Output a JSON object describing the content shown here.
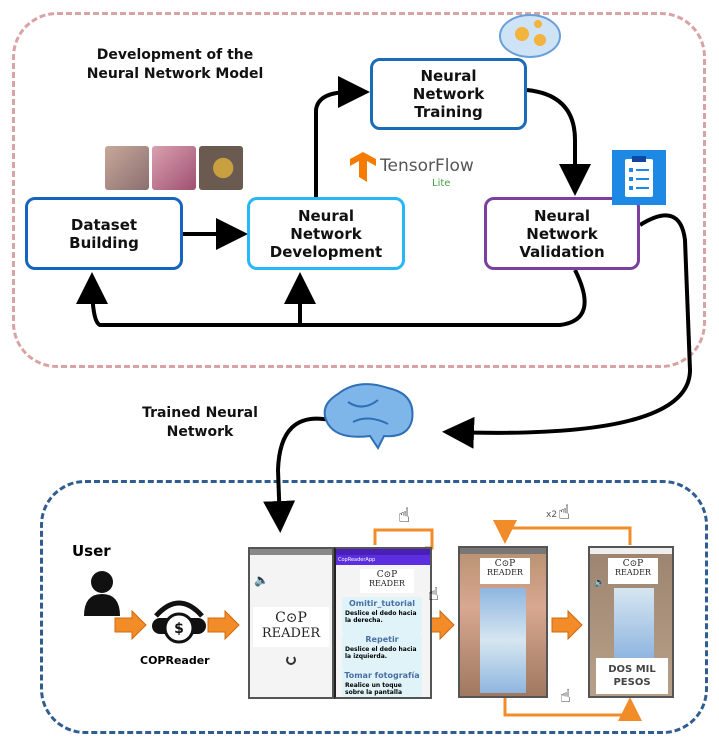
{
  "top_section": {
    "title_line1": "Development of the",
    "title_line2": "Neural Network Model",
    "nodes": [
      {
        "line1": "Dataset",
        "line2": "Building",
        "line3": ""
      },
      {
        "line1": "Neural",
        "line2": "Network",
        "line3": "Development"
      },
      {
        "line1": "Neural",
        "line2": "Network",
        "line3": "Training"
      },
      {
        "line1": "Neural",
        "line2": "Network",
        "line3": "Validation"
      }
    ],
    "tensorflow": {
      "name": "TensorFlow",
      "sub": "Lite"
    }
  },
  "middle": {
    "trained_line1": "Trained Neural",
    "trained_line2": "Network"
  },
  "bottom_section": {
    "user_label": "User",
    "device_label": "COPReader",
    "app_bar_title": "CopReaderApp",
    "logo_top": "C⊙P",
    "logo_bottom": "READER",
    "cards": [
      {
        "title": "Omitir_tutorial",
        "text": "Deslice el dedo hacia la derecha."
      },
      {
        "title": "Repetir",
        "text": "Deslice el dedo hacia la izquierda."
      },
      {
        "title": "Tomar fotografía",
        "text": "Realice un toque sobre la pantalla"
      }
    ],
    "double_tap_label": "x2",
    "result_line1": "DOS MIL",
    "result_line2": "PESOS"
  },
  "colors": {
    "top_border": "#d9a3a3",
    "bottom_border": "#2f5d91",
    "orange": "#f28c28",
    "validation": "#7b3fa0",
    "development": "#29b6f6",
    "dataset": "#1565c0"
  }
}
